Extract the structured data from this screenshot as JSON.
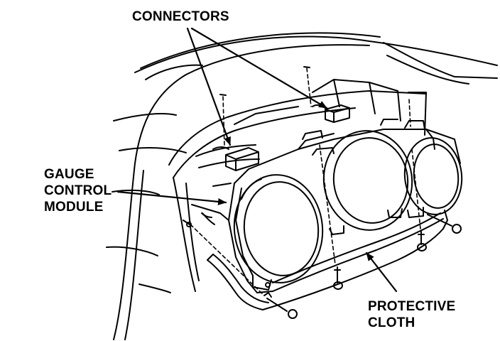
{
  "labels": {
    "connectors": "CONNECTORS",
    "gauge_control_module": [
      "GAUGE",
      "CONTROL",
      "MODULE"
    ],
    "protective_cloth": [
      "PROTECTIVE",
      "CLOTH"
    ]
  },
  "colors": {
    "line": "#000000",
    "background": "#ffffff"
  }
}
